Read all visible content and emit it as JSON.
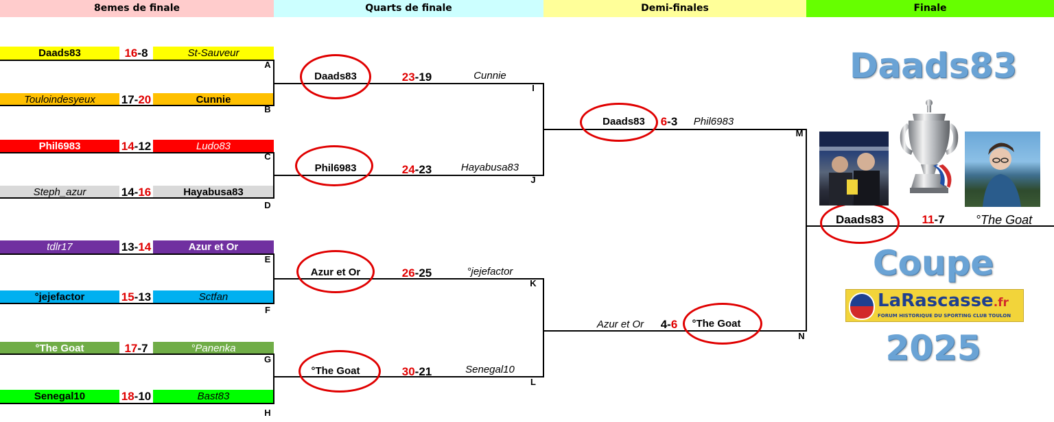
{
  "rounds": {
    "r16": {
      "label": "8emes de finale",
      "color": "#ffcccc"
    },
    "qf": {
      "label": "Quarts de finale",
      "color": "#ccffff"
    },
    "sf": {
      "label": "Demi-finales",
      "color": "#ffff99"
    },
    "final": {
      "label": "Finale",
      "color": "#66ff00"
    }
  },
  "r16": [
    {
      "left": "Daads83",
      "left_color": "#ffff00",
      "s1": "16",
      "s2": "8",
      "right": "St-Sauveur",
      "right_color": "#ffff00",
      "winner": "left"
    },
    {
      "left": "Touloindesyeux",
      "left_color": "#ffc000",
      "s1": "17",
      "s2": "20",
      "right": "Cunnie",
      "right_color": "#ffc000",
      "winner": "right"
    },
    {
      "left": "Phil6983",
      "left_color": "#ff0000",
      "s1": "14",
      "s2": "12",
      "right": "Ludo83",
      "right_color": "#ff0000",
      "winner": "left"
    },
    {
      "left": "Steph_azur",
      "left_color": "#d9d9d9",
      "s1": "14",
      "s2": "16",
      "right": "Hayabusa83",
      "right_color": "#d9d9d9",
      "winner": "right"
    },
    {
      "left": "tdlr17",
      "left_color": "#7030a0",
      "s1": "13",
      "s2": "14",
      "right": "Azur et Or",
      "right_color": "#7030a0",
      "winner": "right"
    },
    {
      "left": "°jejefactor",
      "left_color": "#00b0f0",
      "s1": "15",
      "s2": "13",
      "right": "Sctfan",
      "right_color": "#00b0f0",
      "winner": "left"
    },
    {
      "left": "°The Goat",
      "left_color": "#70ad47",
      "s1": "17",
      "s2": "7",
      "right": "°Panenka",
      "right_color": "#70ad47",
      "winner": "left"
    },
    {
      "left": "Senegal10",
      "left_color": "#00ff00",
      "s1": "18",
      "s2": "10",
      "right": "Bast83",
      "right_color": "#00ff00",
      "winner": "left"
    }
  ],
  "r16_letters": [
    "A",
    "B",
    "C",
    "D",
    "E",
    "F",
    "G",
    "H"
  ],
  "qf": [
    {
      "winner": "Daads83",
      "s1": "23",
      "s2": "19",
      "loser": "Cunnie"
    },
    {
      "winner": "Phil6983",
      "s1": "24",
      "s2": "23",
      "loser": "Hayabusa83"
    },
    {
      "winner": "Azur et Or",
      "s1": "26",
      "s2": "25",
      "loser": "°jejefactor"
    },
    {
      "winner": "°The Goat",
      "s1": "30",
      "s2": "21",
      "loser": "Senegal10"
    }
  ],
  "qf_letters": [
    "I",
    "J",
    "K",
    "L"
  ],
  "sf": [
    {
      "winner": "Daads83",
      "s1": "6",
      "s2": "3",
      "loser": "Phil6983"
    },
    {
      "loser": "Azur et Or",
      "s1": "4",
      "s2": "6",
      "winner": "°The Goat"
    }
  ],
  "sf_letters": [
    "M",
    "N"
  ],
  "final": {
    "winner": "Daads83",
    "s1": "11",
    "s2": "7",
    "loser": "°The Goat"
  },
  "champion": "Daads83",
  "coupe_label": "Coupe",
  "year": "2025",
  "logo": {
    "name": "LaRascasse",
    "suffix": ".fr",
    "subtitle": "FORUM HISTORIQUE DU SPORTING CLUB TOULON"
  },
  "colors": {
    "ring": "#e00000",
    "winning_score": "#e00000",
    "title_blue": "#6aa3d5"
  }
}
